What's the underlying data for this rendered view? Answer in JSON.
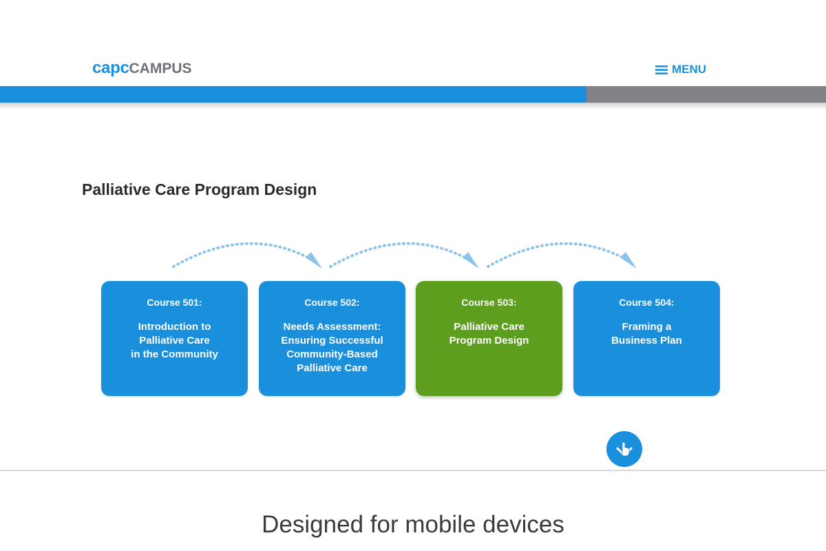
{
  "header": {
    "logo_primary": "capc",
    "logo_secondary": "CAMPUS",
    "menu_label": "MENU"
  },
  "progress": {
    "fraction": 0.71
  },
  "page": {
    "title": "Palliative Care Program Design"
  },
  "courses": [
    {
      "number": "Course 501:",
      "name": "Introduction to\nPalliative Care\nin the Community",
      "active": false
    },
    {
      "number": "Course 502:",
      "name": "Needs Assessment:\nEnsuring Successful\nCommunity-Based\nPalliative Care",
      "active": false
    },
    {
      "number": "Course 503:",
      "name": "Palliative Care\nProgram Design",
      "active": true
    },
    {
      "number": "Course 504:",
      "name": "Framing a\nBusiness Plan",
      "active": false
    }
  ],
  "icons": {
    "menu": "hamburger-icon",
    "scroll": "tap-hand-icon",
    "connector": "dotted-arrow-icon"
  },
  "colors": {
    "brand_blue": "#1a8fdc",
    "active_green": "#5d9e1f",
    "progress_track": "#818389",
    "arrow_blue": "#8cc3ec"
  },
  "caption": "Designed for mobile devices"
}
